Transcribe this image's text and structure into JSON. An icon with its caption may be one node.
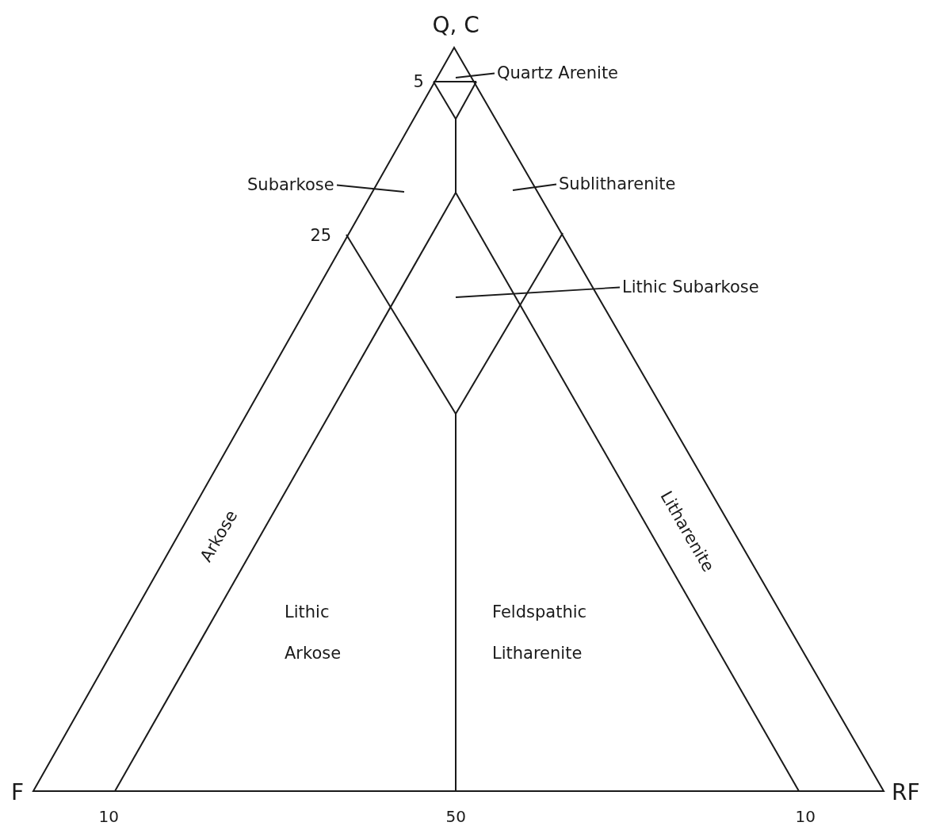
{
  "diagram": {
    "nodes": [
      {
        "text": [
          "Quartz Arenite"
        ]
      },
      {
        "text": [
          "Subarkose"
        ]
      },
      {
        "text": [
          "Sublitharenite"
        ]
      },
      {
        "text": [
          "Lithic Subarkose"
        ]
      }
    ],
    "edges": [
      {
        "from": 0,
        "to": null,
        "arrow": "none"
      },
      {
        "from": 1,
        "to": null,
        "arrow": "none"
      },
      {
        "from": 2,
        "to": null,
        "arrow": "none"
      },
      {
        "from": 3,
        "to": null,
        "arrow": "none"
      }
    ],
    "labels": [
      "Q, C",
      "5",
      "25",
      "Arkose",
      "Litharenite",
      "Lithic Arkose",
      "Feldspathic Litharenite",
      "F",
      "RF",
      "10",
      "50",
      "10"
    ]
  }
}
